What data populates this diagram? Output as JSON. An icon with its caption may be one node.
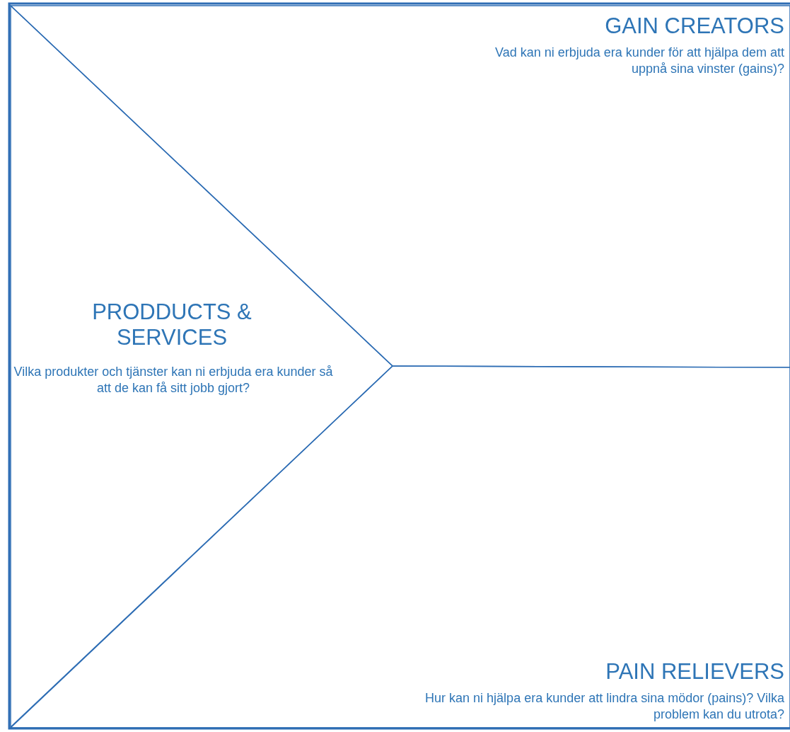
{
  "diagram": {
    "nodes": [
      {
        "text": [
          "GAIN CREATORS",
          "Vad kan ni erbjuda era kunder för att hjälpa dem att uppnå sina vinster (gains)?"
        ]
      },
      {
        "text": [
          "PRODDUCTS & SERVICES",
          "Vilka produkter och tjänster kan ni erbjuda era kunder så att de kan få sitt jobb gjort?"
        ]
      },
      {
        "text": [
          "PAIN RELIEVERS",
          "Hur kan ni hjälpa era kunder att lindra sina mödor (pains)? Vilka problem kan du utrota?"
        ]
      }
    ],
    "edges": []
  }
}
